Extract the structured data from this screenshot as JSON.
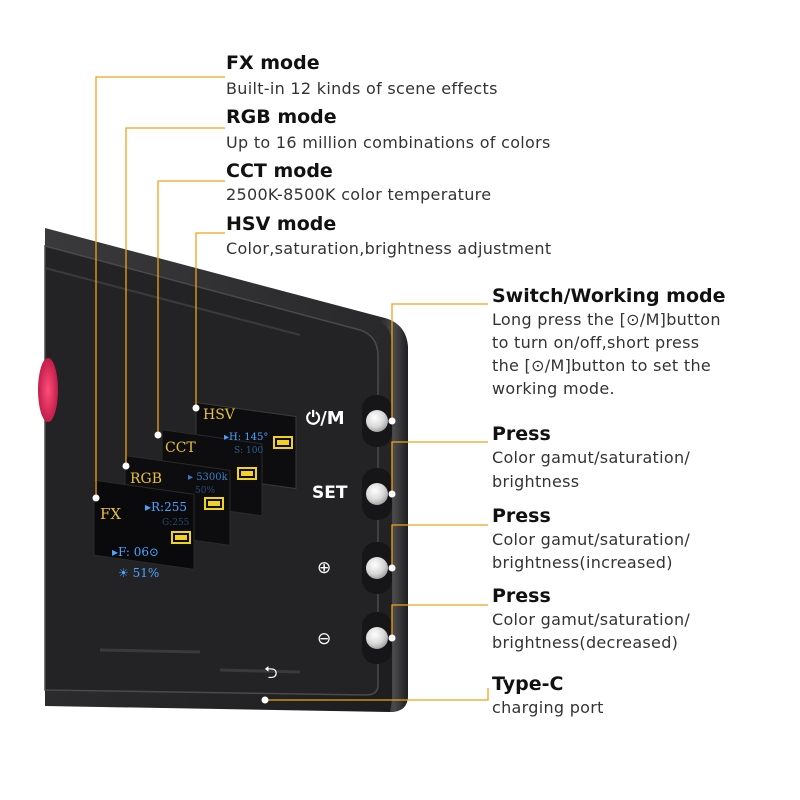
{
  "callouts": {
    "fx": {
      "title": "FX mode",
      "desc": "Built-in 12 kinds of scene effects"
    },
    "rgb": {
      "title": "RGB mode",
      "desc": "Up to 16 million combinations of colors"
    },
    "cct": {
      "title": "CCT mode",
      "desc": "2500K-8500K color temperature"
    },
    "hsv": {
      "title": "HSV mode",
      "desc": "Color,saturation,brightness adjustment"
    },
    "switch": {
      "title": "Switch/Working mode",
      "lines": [
        "Long press the [⊙/M]button",
        "to turn on/off,short press",
        "the [⊙/M]button to set the",
        "working mode."
      ]
    },
    "press1": {
      "title": "Press",
      "lines": [
        "Color gamut/saturation/",
        "brightness"
      ]
    },
    "press2": {
      "title": "Press",
      "lines": [
        "Color gamut/saturation/",
        "brightness(increased)"
      ]
    },
    "press3": {
      "title": "Press",
      "lines": [
        "Color gamut/saturation/",
        "brightness(decreased)"
      ]
    },
    "typec": {
      "title": "Type-C",
      "desc": "charging port"
    }
  },
  "device": {
    "button_labels": {
      "power": "⏻/M",
      "set": "SET",
      "plus": "⊕",
      "minus": "⊖",
      "usb": "⮌"
    },
    "screens": {
      "hsv": {
        "mode": "HSV",
        "line1": "▸H: 145°",
        "line2": "S: 100"
      },
      "cct": {
        "mode": "CCT",
        "line1": "▸ 5300k",
        "line2": "50%"
      },
      "rgb": {
        "mode": "RGB",
        "line1": "▸R:255",
        "line2": "G:255"
      },
      "fx": {
        "mode": "FX",
        "line1": "▸F: 06⊙",
        "line2": "☀ 51%"
      }
    }
  },
  "colors": {
    "accent_line": "#f0a21a",
    "screen_mode_text": "#e8c13a",
    "screen_value_text": "#4aa3ff",
    "battery": "#f2d21c"
  }
}
